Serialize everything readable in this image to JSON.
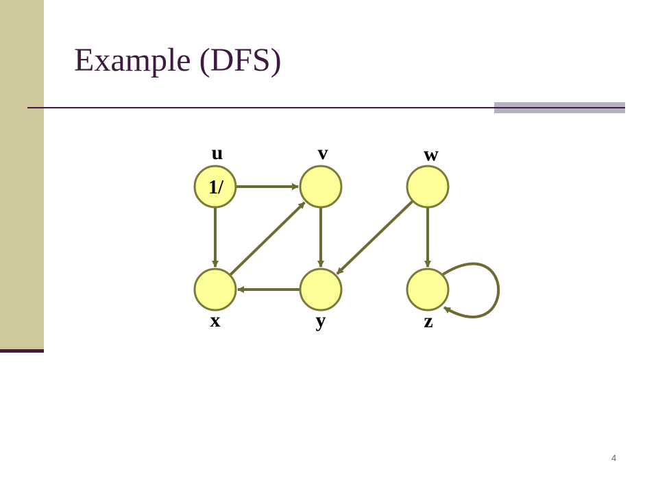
{
  "slide": {
    "title": "Example (DFS)",
    "number": "4"
  },
  "colors": {
    "sidebar": "#cfc89a",
    "accent": "#4a1446",
    "node_fill": "#ffff99",
    "node_stroke": "#7a7a3a",
    "edge": "#6b6b33"
  },
  "graph": {
    "nodes": [
      {
        "id": "u",
        "label": "u",
        "annotation": "1/"
      },
      {
        "id": "v",
        "label": "v",
        "annotation": ""
      },
      {
        "id": "w",
        "label": "w",
        "annotation": ""
      },
      {
        "id": "x",
        "label": "x",
        "annotation": ""
      },
      {
        "id": "y",
        "label": "y",
        "annotation": ""
      },
      {
        "id": "z",
        "label": "z",
        "annotation": ""
      }
    ],
    "edges": [
      {
        "from": "u",
        "to": "v"
      },
      {
        "from": "u",
        "to": "x"
      },
      {
        "from": "x",
        "to": "v"
      },
      {
        "from": "v",
        "to": "y"
      },
      {
        "from": "y",
        "to": "x"
      },
      {
        "from": "w",
        "to": "y"
      },
      {
        "from": "w",
        "to": "z"
      },
      {
        "from": "z",
        "to": "z"
      }
    ]
  }
}
